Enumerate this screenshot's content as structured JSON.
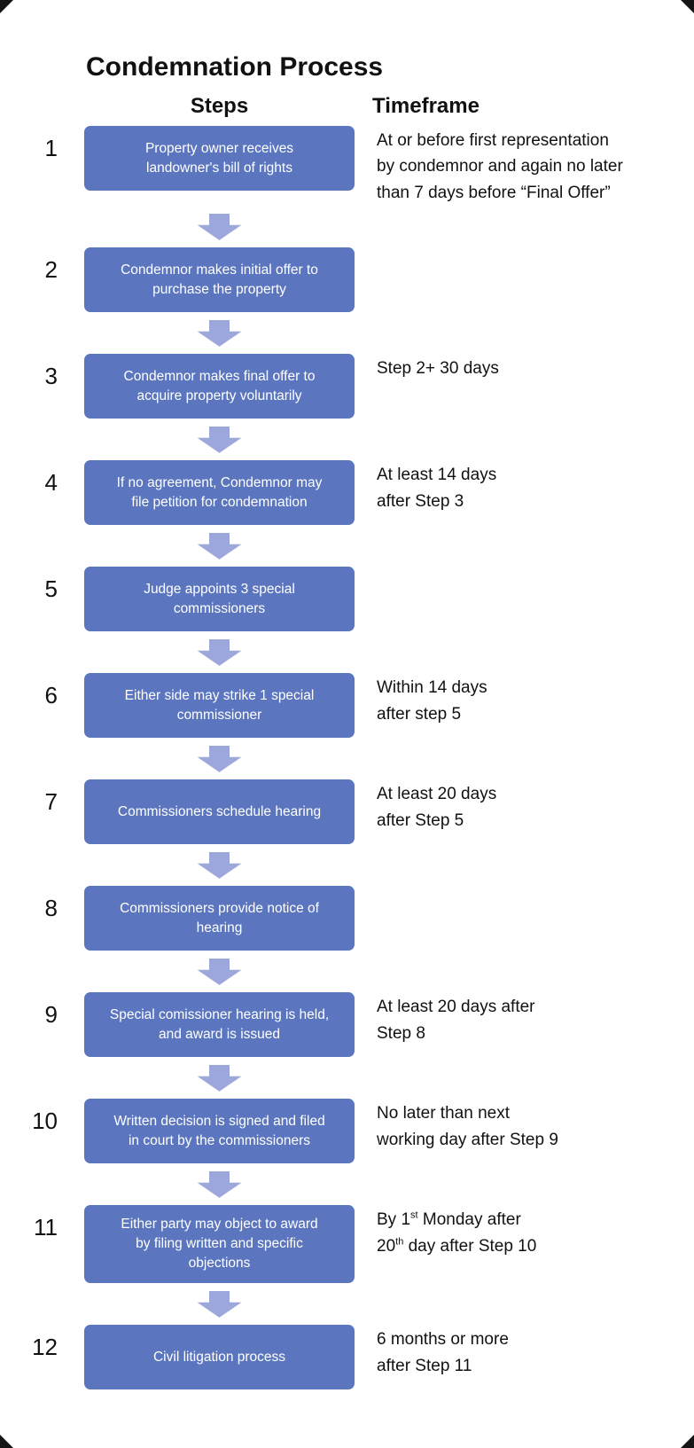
{
  "title": "Condemnation Process",
  "columns": {
    "steps": "Steps",
    "timeframe": "Timeframe"
  },
  "colors": {
    "box_fill": "#5B76BF",
    "box_text": "#FFFFFF",
    "arrow_fill": "#9CA8DB"
  },
  "steps": [
    {
      "number": "1",
      "label": "Property owner receives\nlandowner's bill of rights",
      "timeframe": "At or before first representation\nby condemnor and again no later\nthan 7 days before “Final Offer”"
    },
    {
      "number": "2",
      "label": "Condemnor makes initial offer to\npurchase the property",
      "timeframe": ""
    },
    {
      "number": "3",
      "label": "Condemnor makes final offer to\nacquire property voluntarily",
      "timeframe": "Step 2+ 30 days"
    },
    {
      "number": "4",
      "label": "If no agreement, Condemnor may\nfile petition for condemnation",
      "timeframe": "At least 14 days\nafter Step 3"
    },
    {
      "number": "5",
      "label": "Judge appoints 3 special\ncommissioners",
      "timeframe": ""
    },
    {
      "number": "6",
      "label": "Either side may strike 1 special\ncommissioner",
      "timeframe": "Within 14 days\nafter step 5"
    },
    {
      "number": "7",
      "label": "Commissioners schedule hearing",
      "timeframe": "At least 20 days\nafter Step 5"
    },
    {
      "number": "8",
      "label": "Commissioners provide notice of\nhearing",
      "timeframe": ""
    },
    {
      "number": "9",
      "label": "Special comissioner hearing is held,\nand award is issued",
      "timeframe": "At least 20 days after\nStep 8"
    },
    {
      "number": "10",
      "label": "Written decision is signed and filed\nin court by the commissioners",
      "timeframe": "No later than next\nworking day after Step 9"
    },
    {
      "number": "11",
      "label": "Either party may object to award\nby filing written and specific\nobjections",
      "timeframe": "By 1st Monday after 20th day after Step 10",
      "timeframe_parts": {
        "l1a": "By 1",
        "l1sup": "st",
        "l1b": " Monday after",
        "l2a": "20",
        "l2sup": "th",
        "l2b": " day after Step 10"
      }
    },
    {
      "number": "12",
      "label": "Civil litigation process",
      "timeframe": "6 months or more\nafter Step 11"
    }
  ]
}
